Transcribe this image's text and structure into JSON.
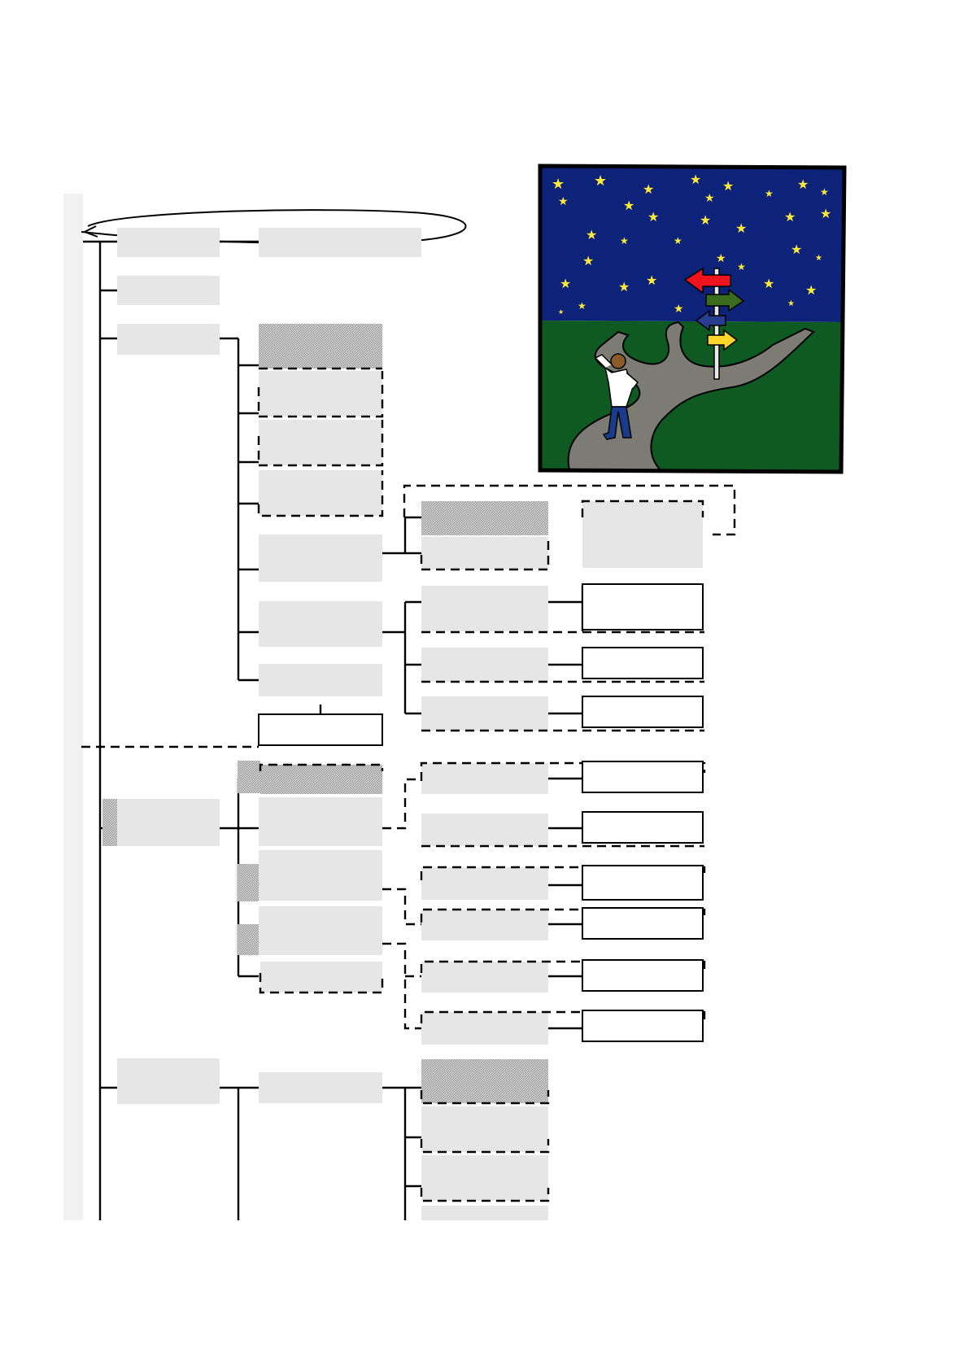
{
  "diagram": {
    "kind": "tree",
    "labels_visible": false,
    "colors": {
      "box_fill": "#e6e6e6",
      "box_fill_hatched": "#b4b4b4",
      "line": "#000000",
      "sidebar": "#f2f2f2",
      "sky": "#0d237a",
      "grass": "#0e5a22",
      "path": "#7c7c74",
      "star": "#ffe93a",
      "arrow_red": "#f0141e",
      "arrow_green": "#3b6b1e",
      "arrow_navy": "#273d8e",
      "arrow_yellow": "#ffd52b"
    }
  },
  "illustration": {
    "name": "crossroads-signpost",
    "subject": "person at a fork in a road under a starry night sky, signpost with four arrows",
    "icon": "signpost-icon"
  }
}
